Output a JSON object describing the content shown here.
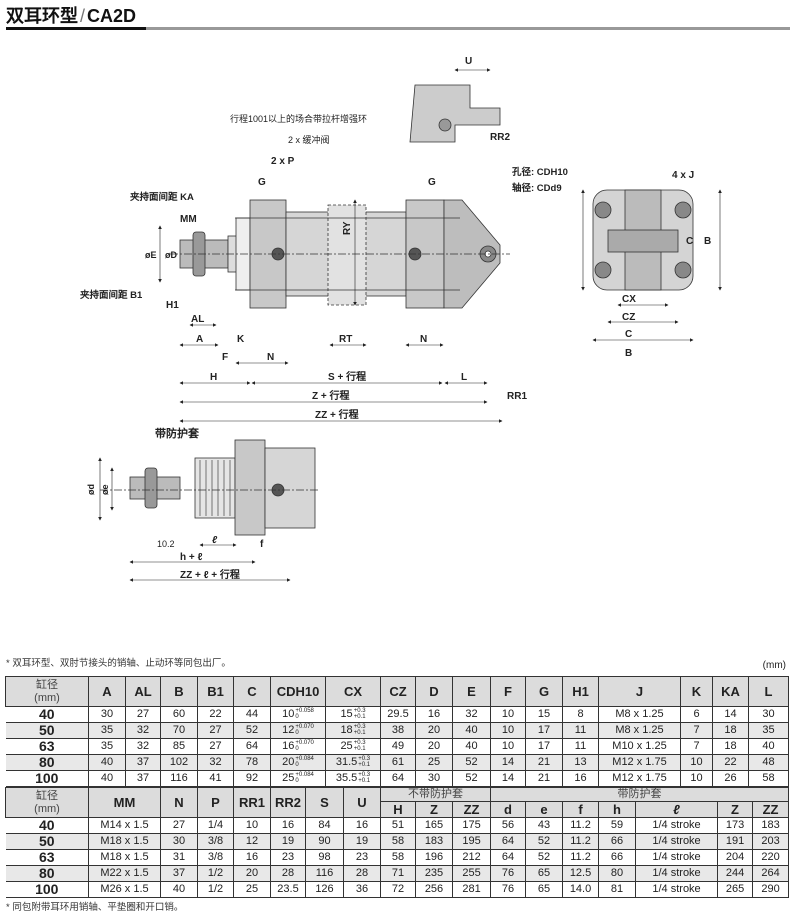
{
  "title": {
    "cn": "双耳环型",
    "sep": "/",
    "model": "CA2D"
  },
  "drawing": {
    "labels": {
      "U": "U",
      "RR2": "RR2",
      "reinforce_note": "行程1001以上的场合带拉杆增强环",
      "cushion": "2 x 缓冲阀",
      "P": "2 x P",
      "G": "G",
      "G2": "G",
      "KA": "夹持面间距 KA",
      "MM": "MM",
      "E": "øE",
      "D": "øD",
      "B1": "夹持面间距 B1",
      "H1": "H1",
      "AL": "AL",
      "A": "A",
      "K": "K",
      "F": "F",
      "N": "N",
      "RT": "RT",
      "N2": "N",
      "RY": "RY",
      "H": "H",
      "S": "S + 行程",
      "L": "L",
      "Z": "Z + 行程",
      "ZZ": "ZZ + 行程",
      "RR1": "RR1",
      "CD_hole": "孔径: CDH10",
      "CD_shaft": "轴径: CDd9",
      "J": "4 x J",
      "C": "C",
      "B": "B",
      "CX": "CX",
      "CZ": "CZ",
      "C2": "C",
      "B2": "B"
    },
    "boot": {
      "title": "带防护套",
      "d": "ød",
      "e": "øe",
      "dim102": "10.2",
      "l": "ℓ",
      "f": "f",
      "h": "h + ℓ",
      "ZZ": "ZZ + ℓ + 行程"
    }
  },
  "note_top": "* 双耳环型、双肘节接头的销轴、止动环等同包出厂。",
  "unit": "(mm)",
  "table1": {
    "headers": [
      "缸径\n(mm)",
      "A",
      "AL",
      "B",
      "B1",
      "C",
      "CDH10",
      "CX",
      "CZ",
      "D",
      "E",
      "F",
      "G",
      "H1",
      "J",
      "K",
      "KA",
      "L"
    ],
    "rows": [
      {
        "bore": "40",
        "A": "30",
        "AL": "27",
        "B": "60",
        "B1": "22",
        "C": "44",
        "CD": {
          "base": "10",
          "up": "+0.058",
          "lo": "0"
        },
        "CX": {
          "base": "15",
          "up": "+0.3",
          "lo": "+0.1"
        },
        "CZ": "29.5",
        "D": "16",
        "E": "32",
        "F": "10",
        "G": "15",
        "H1": "8",
        "J": "M8 x 1.25",
        "K": "6",
        "KA": "14",
        "L": "30"
      },
      {
        "bore": "50",
        "A": "35",
        "AL": "32",
        "B": "70",
        "B1": "27",
        "C": "52",
        "CD": {
          "base": "12",
          "up": "+0.070",
          "lo": "0"
        },
        "CX": {
          "base": "18",
          "up": "+0.3",
          "lo": "+0.1"
        },
        "CZ": "38",
        "D": "20",
        "E": "40",
        "F": "10",
        "G": "17",
        "H1": "11",
        "J": "M8 x 1.25",
        "K": "7",
        "KA": "18",
        "L": "35"
      },
      {
        "bore": "63",
        "A": "35",
        "AL": "32",
        "B": "85",
        "B1": "27",
        "C": "64",
        "CD": {
          "base": "16",
          "up": "+0.070",
          "lo": "0"
        },
        "CX": {
          "base": "25",
          "up": "+0.3",
          "lo": "+0.1"
        },
        "CZ": "49",
        "D": "20",
        "E": "40",
        "F": "10",
        "G": "17",
        "H1": "11",
        "J": "M10 x 1.25",
        "K": "7",
        "KA": "18",
        "L": "40"
      },
      {
        "bore": "80",
        "A": "40",
        "AL": "37",
        "B": "102",
        "B1": "32",
        "C": "78",
        "CD": {
          "base": "20",
          "up": "+0.084",
          "lo": "0"
        },
        "CX": {
          "base": "31.5",
          "up": "+0.3",
          "lo": "+0.1"
        },
        "CZ": "61",
        "D": "25",
        "E": "52",
        "F": "14",
        "G": "21",
        "H1": "13",
        "J": "M12 x 1.75",
        "K": "10",
        "KA": "22",
        "L": "48"
      },
      {
        "bore": "100",
        "A": "40",
        "AL": "37",
        "B": "116",
        "B1": "41",
        "C": "92",
        "CD": {
          "base": "25",
          "up": "+0.084",
          "lo": "0"
        },
        "CX": {
          "base": "35.5",
          "up": "+0.3",
          "lo": "+0.1"
        },
        "CZ": "64",
        "D": "30",
        "E": "52",
        "F": "14",
        "G": "21",
        "H1": "16",
        "J": "M12 x 1.75",
        "K": "10",
        "KA": "26",
        "L": "58"
      }
    ]
  },
  "table2": {
    "headers": [
      "缸径\n(mm)",
      "MM",
      "N",
      "P",
      "RR1",
      "RR2",
      "S",
      "U"
    ],
    "group_no_boot": "不带防护套",
    "group_boot": "带防护套",
    "sub_no_boot": [
      "H",
      "Z",
      "ZZ"
    ],
    "sub_boot": [
      "d",
      "e",
      "f",
      "h",
      "ℓ",
      "Z",
      "ZZ"
    ],
    "rows": [
      [
        "40",
        "M14 x 1.5",
        "27",
        "1/4",
        "10",
        "16",
        "84",
        "16",
        "51",
        "165",
        "175",
        "56",
        "43",
        "11.2",
        "59",
        "1/4 stroke",
        "173",
        "183"
      ],
      [
        "50",
        "M18 x 1.5",
        "30",
        "3/8",
        "12",
        "19",
        "90",
        "19",
        "58",
        "183",
        "195",
        "64",
        "52",
        "11.2",
        "66",
        "1/4 stroke",
        "191",
        "203"
      ],
      [
        "63",
        "M18 x 1.5",
        "31",
        "3/8",
        "16",
        "23",
        "98",
        "23",
        "58",
        "196",
        "212",
        "64",
        "52",
        "11.2",
        "66",
        "1/4 stroke",
        "204",
        "220"
      ],
      [
        "80",
        "M22 x 1.5",
        "37",
        "1/2",
        "20",
        "28",
        "116",
        "28",
        "71",
        "235",
        "255",
        "76",
        "65",
        "12.5",
        "80",
        "1/4 stroke",
        "244",
        "264"
      ],
      [
        "100",
        "M26 x 1.5",
        "40",
        "1/2",
        "25",
        "23.5",
        "126",
        "36",
        "72",
        "256",
        "281",
        "76",
        "65",
        "14.0",
        "81",
        "1/4 stroke",
        "265",
        "290"
      ]
    ]
  },
  "note_bottom": "* 同包附带耳环用销轴、平垫圈和开口销。"
}
